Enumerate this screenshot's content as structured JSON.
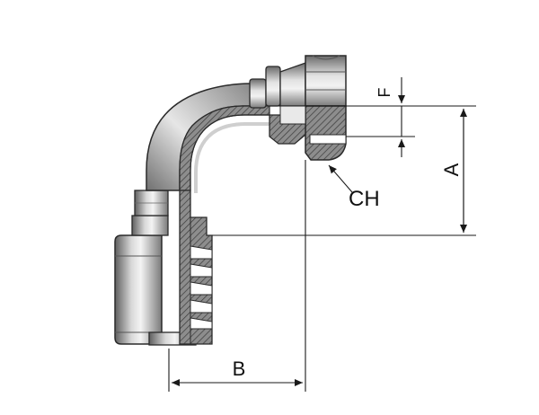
{
  "labels": {
    "f": "F",
    "a": "A",
    "ch": "CH",
    "b": "B"
  },
  "colors": {
    "steel_dark": "#6f6f6f",
    "steel_mid": "#b9b9b9",
    "steel_light": "#eeeeee",
    "section_fill": "#8d8d8d",
    "hatch": "#3a3a3a",
    "outline": "#2a2a2a",
    "dim_line": "#1a1a1a"
  }
}
